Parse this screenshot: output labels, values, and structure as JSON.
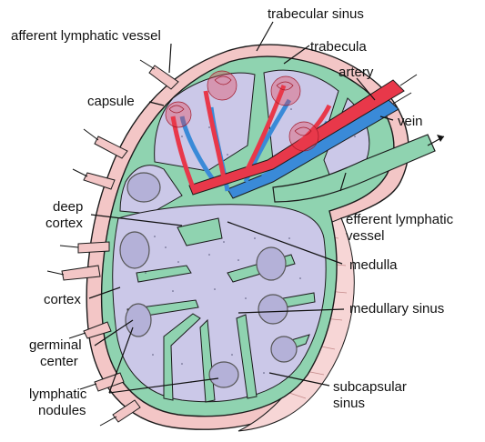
{
  "labels": {
    "afferent_lymphatic_vessel": "afferent lymphatic vessel",
    "trabecular_sinus": "trabecular sinus",
    "trabecula": "trabecula",
    "artery": "artery",
    "capsule": "capsule",
    "vein": "vein",
    "deep_cortex_line1": "deep",
    "deep_cortex_line2": "cortex",
    "efferent_lymphatic_vessel_line1": "efferent lymphatic",
    "efferent_lymphatic_vessel_line2": "vessel",
    "medulla": "medulla",
    "cortex": "cortex",
    "medullary_sinus": "medullary sinus",
    "germinal_center_line1": "germinal",
    "germinal_center_line2": "center",
    "subcapsular_sinus_line1": "subcapsular",
    "subcapsular_sinus_line2": "sinus",
    "lymphatic_nodules_line1": "lymphatic",
    "lymphatic_nodules_line2": "nodules"
  },
  "colors": {
    "capsule": "#f3c6c6",
    "sinus": "#8fd3b0",
    "parenchyma": "#cbc8e8",
    "artery": "#e8384a",
    "vein": "#3a8ad8",
    "outline": "#1a1a1a"
  }
}
